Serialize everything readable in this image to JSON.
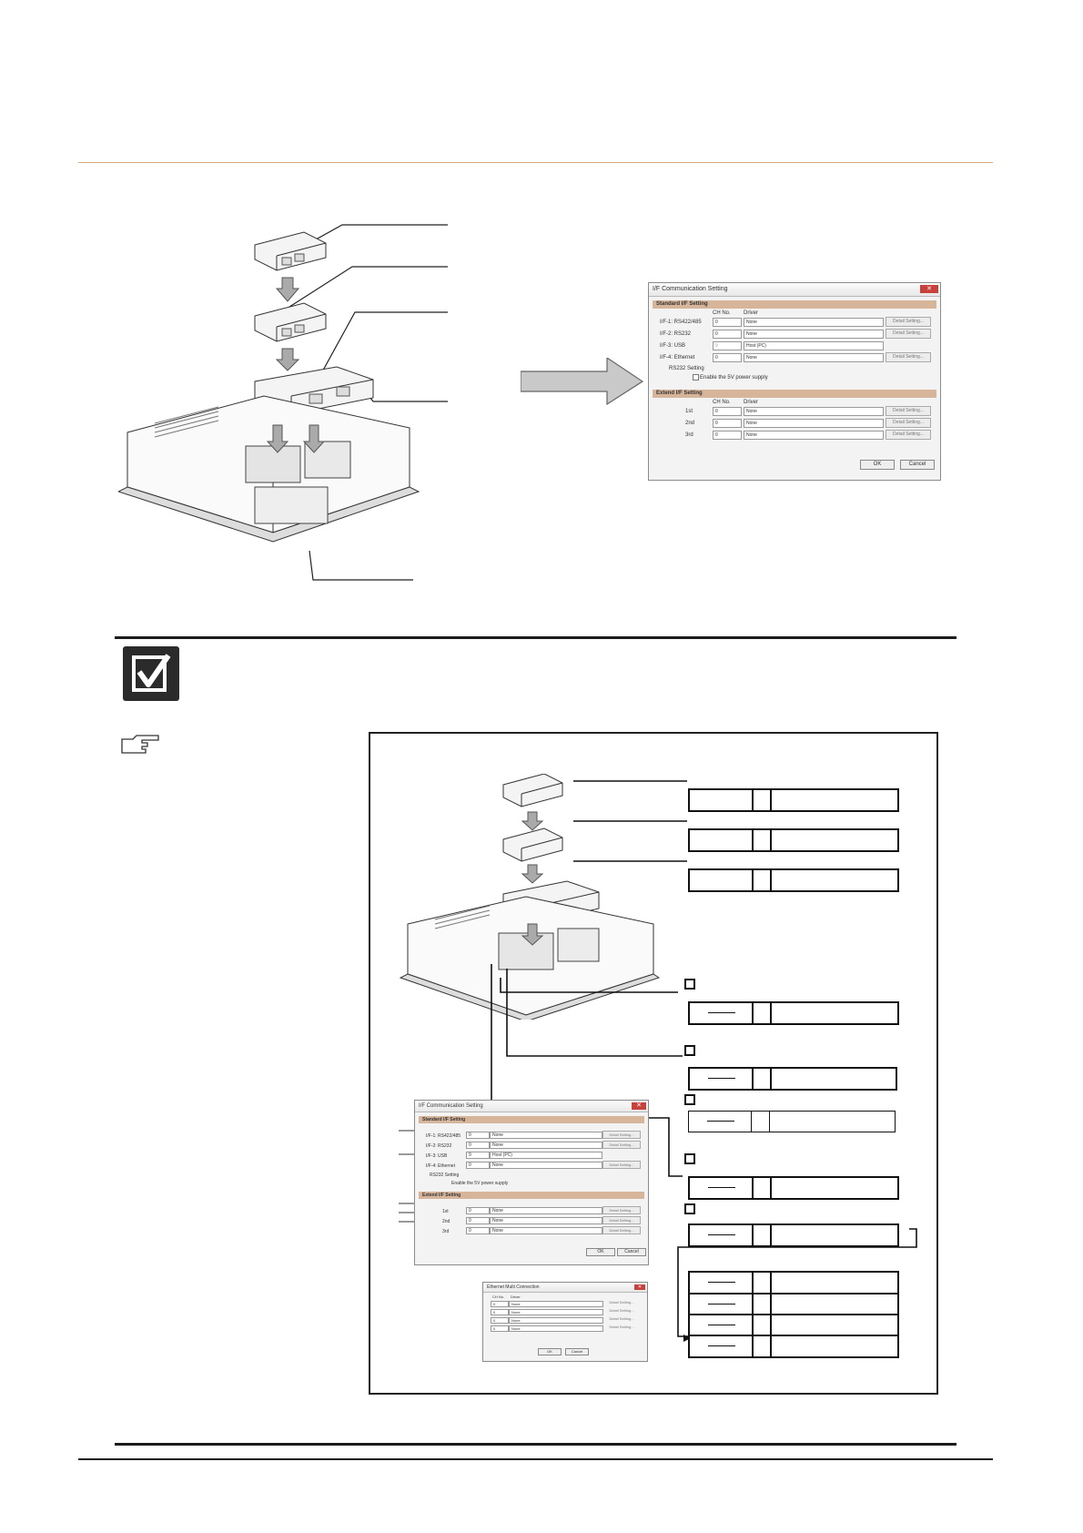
{
  "dialog_main": {
    "title": "I/F Communication Setting",
    "standard_section": "Standard I/F Setting",
    "col_ch": "CH No.",
    "col_driver": "Driver",
    "rows": [
      {
        "label": "I/F-1: RS422/485",
        "ch": "0",
        "driver": "None",
        "button": "Detail Setting..."
      },
      {
        "label": "I/F-2: RS232",
        "ch": "0",
        "driver": "None",
        "button": "Detail Setting..."
      },
      {
        "label": "I/F-3: USB",
        "ch": "9",
        "driver": "Host (PC)",
        "button": ""
      },
      {
        "label": "I/F-4: Ethernet",
        "ch": "0",
        "driver": "None",
        "button": "Detail Setting..."
      }
    ],
    "rs232_setting": "RS232 Setting",
    "power_checkbox": "Enable the 5V power supply",
    "extend_section": "Extend I/F Setting",
    "ext_rows": [
      {
        "label": "1st",
        "ch": "0",
        "driver": "None",
        "button": "Detail Setting..."
      },
      {
        "label": "2nd",
        "ch": "0",
        "driver": "None",
        "button": "Detail Setting..."
      },
      {
        "label": "3rd",
        "ch": "0",
        "driver": "None",
        "button": "Detail Setting..."
      }
    ],
    "ok": "OK",
    "cancel": "Cancel"
  },
  "dialog_ethernet": {
    "title": "Ethernet Multi Connection",
    "col_ch": "CH No.",
    "col_driver": "Driver",
    "rows": [
      {
        "ch": "0",
        "driver": "None",
        "button": "Detail Setting..."
      },
      {
        "ch": "0",
        "driver": "None",
        "button": "Detail Setting..."
      },
      {
        "ch": "0",
        "driver": "None",
        "button": "Detail Setting..."
      },
      {
        "ch": "0",
        "driver": "None",
        "button": "Detail Setting..."
      }
    ],
    "ok": "OK",
    "cancel": "Cancel"
  },
  "icons": {
    "checkmark": "checkbox-check-icon",
    "reference": "pointing-hand-icon",
    "arrow": "right-arrow-icon"
  },
  "colors": {
    "rule": "#d7a77d",
    "section": "#d7b59a",
    "close": "#c7423a"
  }
}
